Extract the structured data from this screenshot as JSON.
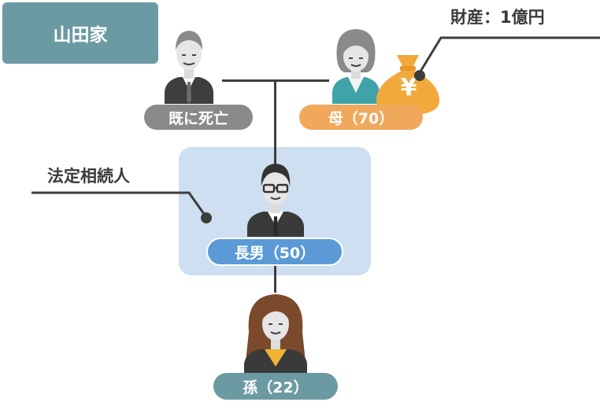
{
  "family_tag": "山田家",
  "asset_callout": "財産：1億円",
  "heir_callout": "法定相続人",
  "persons": {
    "father": {
      "label": "既に死亡"
    },
    "mother": {
      "label": "母（70）"
    },
    "son": {
      "label": "長男（50）"
    },
    "grandchild": {
      "label": "孫（22）"
    }
  },
  "money_bag_symbol": "¥",
  "colors": {
    "family_tag": "#6c9aa3",
    "deceased": "#8a8a8a",
    "mother": "#f0a85c",
    "heir_highlight": "#cddff0",
    "son": "#5b9ad6",
    "grandchild": "#6c9aa3",
    "money_bag": "#f2a93b"
  }
}
